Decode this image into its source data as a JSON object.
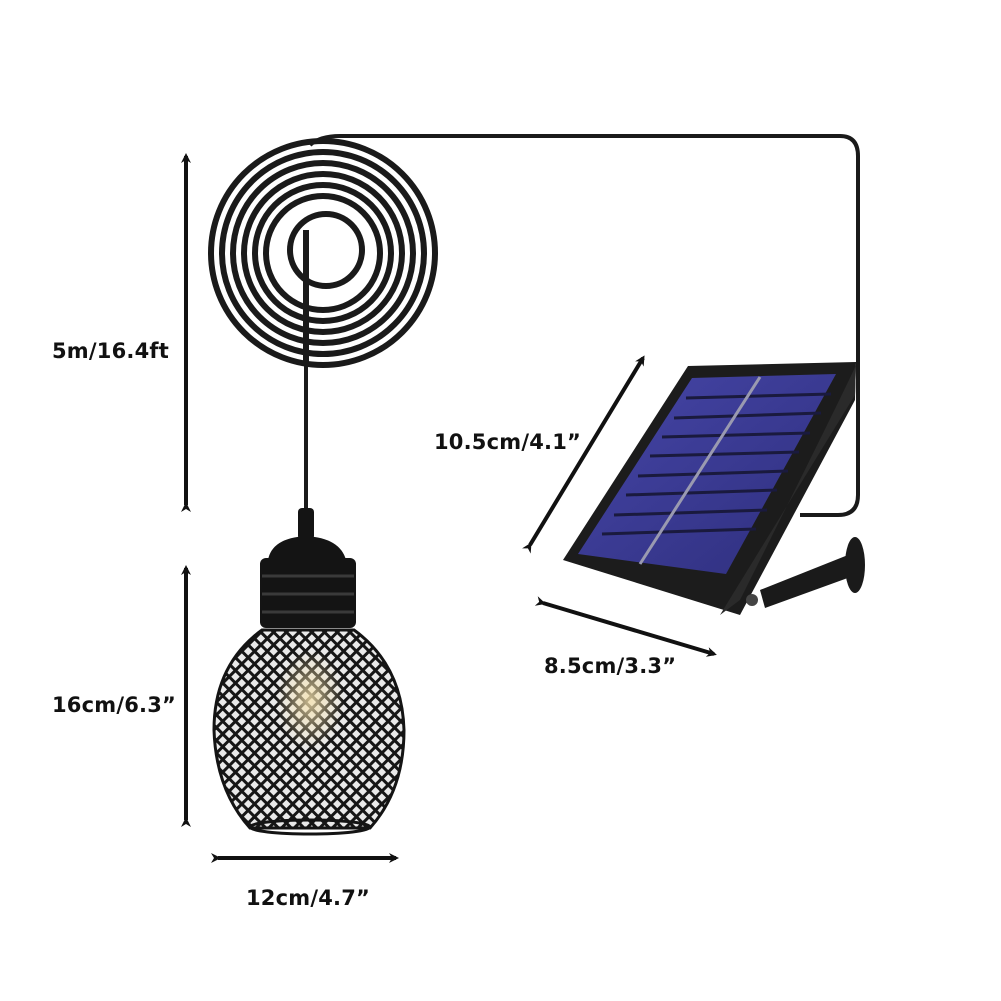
{
  "product": {
    "description": "Solar pendant light with mesh bulb cage and solar panel",
    "colors": {
      "background": "#ffffff",
      "cable": "#1a1a1a",
      "lamp_body": "#141414",
      "panel_cells": "#3a3a8c",
      "panel_frame": "#1c1c1c",
      "glow": "#f3d9a0",
      "text": "#111111"
    }
  },
  "dimensions": {
    "cable_length": "5m/16.4ft",
    "lamp_height": "16cm/6.3”",
    "lamp_width": "12cm/4.7”",
    "panel_height": "10.5cm/4.1”",
    "panel_width": "8.5cm/3.3”"
  }
}
